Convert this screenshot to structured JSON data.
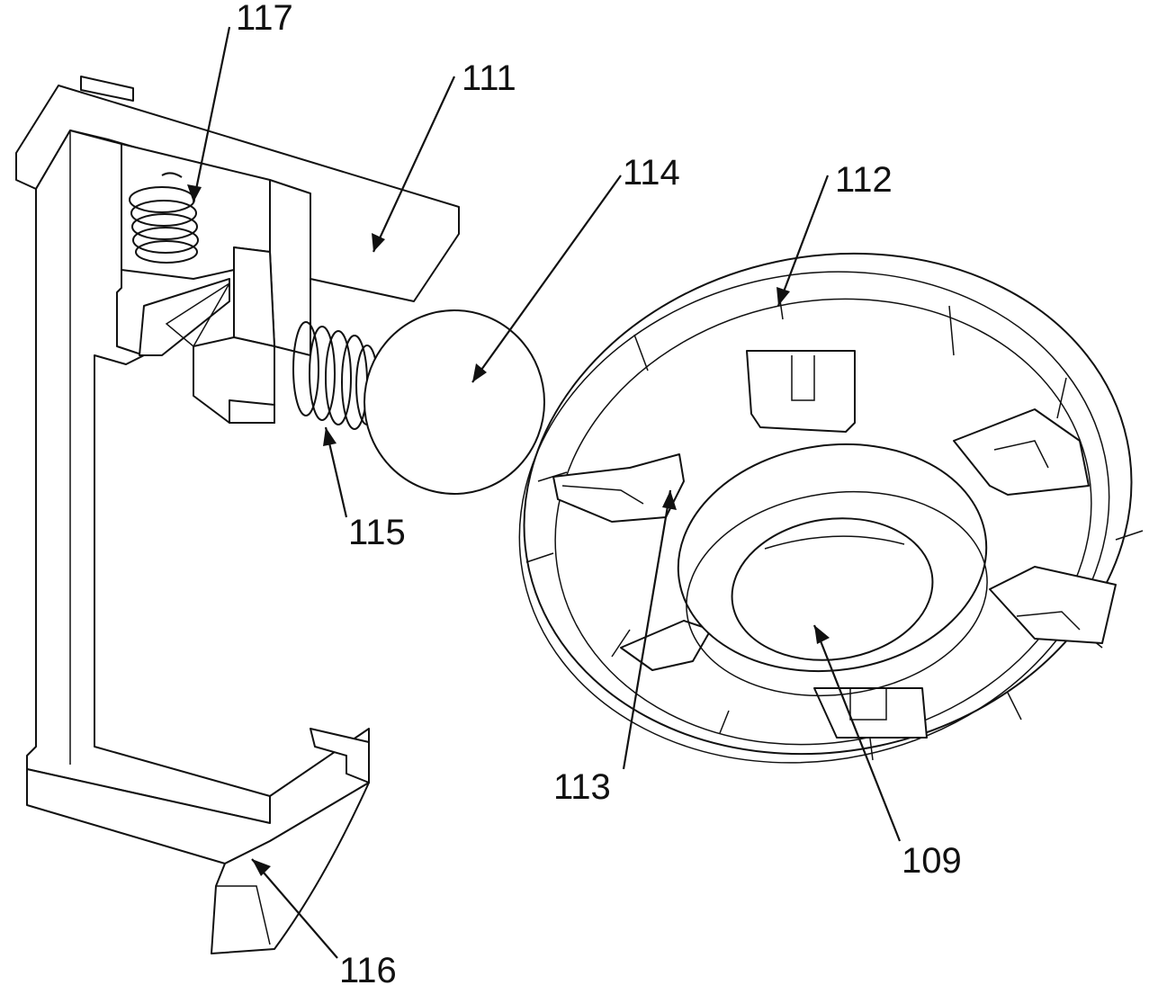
{
  "figure": {
    "labels": [
      {
        "id": "117",
        "text": "117"
      },
      {
        "id": "111",
        "text": "111"
      },
      {
        "id": "114",
        "text": "114"
      },
      {
        "id": "112",
        "text": "112"
      },
      {
        "id": "115",
        "text": "115"
      },
      {
        "id": "113",
        "text": "113"
      },
      {
        "id": "109",
        "text": "109"
      },
      {
        "id": "116",
        "text": "116"
      }
    ]
  },
  "colors": {
    "line": "#111111",
    "background": "#ffffff"
  }
}
